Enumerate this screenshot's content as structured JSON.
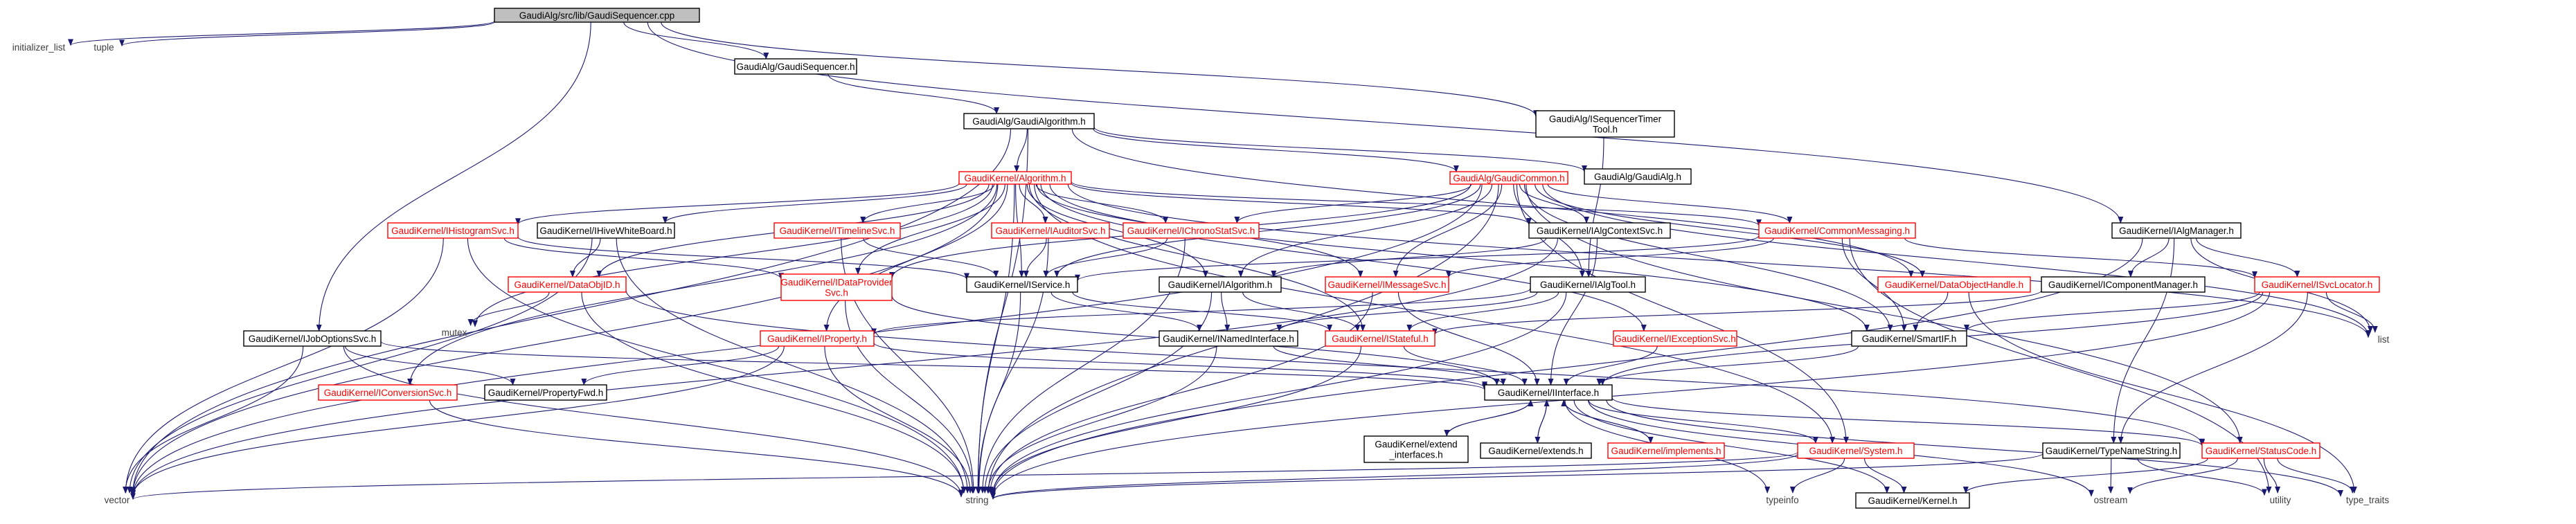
{
  "diagram": {
    "nodes": {
      "root": {
        "lines": [
          "GaudiAlg/src/lib/GaudiSequencer.cpp"
        ],
        "kind": "root"
      },
      "initializer_list": {
        "lines": [
          "initializer_list"
        ],
        "kind": "plain"
      },
      "tuple": {
        "lines": [
          "tuple"
        ],
        "kind": "plain"
      },
      "gaudisequencer_h": {
        "lines": [
          "GaudiAlg/GaudiSequencer.h"
        ],
        "kind": "normal"
      },
      "isequencertimertool": {
        "lines": [
          "GaudiAlg/ISequencerTimer",
          "Tool.h"
        ],
        "kind": "normal"
      },
      "gaudialgorithm_h": {
        "lines": [
          "GaudiAlg/GaudiAlgorithm.h"
        ],
        "kind": "normal"
      },
      "ialgorithm_red": {
        "lines": [
          "GaudiKernel/Algorithm.h"
        ],
        "kind": "red"
      },
      "gaudicommon": {
        "lines": [
          "GaudiAlg/GaudiCommon.h"
        ],
        "kind": "red"
      },
      "gaudialg_h": {
        "lines": [
          "GaudiAlg/GaudiAlg.h"
        ],
        "kind": "normal"
      },
      "ialgmanager": {
        "lines": [
          "GaudiKernel/IAlgManager.h"
        ],
        "kind": "normal"
      },
      "ihistogramsvc": {
        "lines": [
          "GaudiKernel/IHistogramSvc.h"
        ],
        "kind": "red"
      },
      "ihivewhiteboard": {
        "lines": [
          "GaudiKernel/IHiveWhiteBoard.h"
        ],
        "kind": "normal"
      },
      "itimelinesvc": {
        "lines": [
          "GaudiKernel/ITimelineSvc.h"
        ],
        "kind": "red"
      },
      "iauditorsvc": {
        "lines": [
          "GaudiKernel/IAuditorSvc.h"
        ],
        "kind": "red"
      },
      "ichronostatsvc": {
        "lines": [
          "GaudiKernel/IChronoStatSvc.h"
        ],
        "kind": "red"
      },
      "ialgcontextsvc": {
        "lines": [
          "GaudiKernel/IAlgContextSvc.h"
        ],
        "kind": "normal"
      },
      "commonmessaging": {
        "lines": [
          "GaudiKernel/CommonMessaging.h"
        ],
        "kind": "red"
      },
      "dataobjid": {
        "lines": [
          "GaudiKernel/DataObjID.h"
        ],
        "kind": "red"
      },
      "idataprovidersvc": {
        "lines": [
          "GaudiKernel/IDataProvider",
          "Svc.h"
        ],
        "kind": "red"
      },
      "iservice": {
        "lines": [
          "GaudiKernel/IService.h"
        ],
        "kind": "normal"
      },
      "ialgorithm": {
        "lines": [
          "GaudiKernel/IAlgorithm.h"
        ],
        "kind": "normal"
      },
      "imessagesvc": {
        "lines": [
          "GaudiKernel/IMessageSvc.h"
        ],
        "kind": "red"
      },
      "ialgtool": {
        "lines": [
          "GaudiKernel/IAlgTool.h"
        ],
        "kind": "normal"
      },
      "dataobjecthandle": {
        "lines": [
          "GaudiKernel/DataObjectHandle.h"
        ],
        "kind": "red"
      },
      "icomponentmanager": {
        "lines": [
          "GaudiKernel/IComponentManager.h"
        ],
        "kind": "normal"
      },
      "isvclocator": {
        "lines": [
          "GaudiKernel/ISvcLocator.h"
        ],
        "kind": "red"
      },
      "mutex": {
        "lines": [
          "mutex"
        ],
        "kind": "plain"
      },
      "ijoboptionssvc": {
        "lines": [
          "GaudiKernel/IJobOptionsSvc.h"
        ],
        "kind": "normal"
      },
      "iproperty": {
        "lines": [
          "GaudiKernel/IProperty.h"
        ],
        "kind": "red"
      },
      "inamedinterface": {
        "lines": [
          "GaudiKernel/INamedInterface.h"
        ],
        "kind": "normal"
      },
      "istateful": {
        "lines": [
          "GaudiKernel/IStateful.h"
        ],
        "kind": "red"
      },
      "iexceptionsvc": {
        "lines": [
          "GaudiKernel/IExceptionSvc.h"
        ],
        "kind": "red"
      },
      "smartif": {
        "lines": [
          "GaudiKernel/SmartIF.h"
        ],
        "kind": "normal"
      },
      "list": {
        "lines": [
          "list"
        ],
        "kind": "plain"
      },
      "iconversionsvc": {
        "lines": [
          "GaudiKernel/IConversionSvc.h"
        ],
        "kind": "red"
      },
      "propertyfwd": {
        "lines": [
          "GaudiKernel/PropertyFwd.h"
        ],
        "kind": "normal"
      },
      "iinterface": {
        "lines": [
          "GaudiKernel/IInterface.h"
        ],
        "kind": "normal"
      },
      "extend_interfaces": {
        "lines": [
          "GaudiKernel/extend",
          "_interfaces.h"
        ],
        "kind": "normal"
      },
      "extends": {
        "lines": [
          "GaudiKernel/extends.h"
        ],
        "kind": "normal"
      },
      "implements": {
        "lines": [
          "GaudiKernel/implements.h"
        ],
        "kind": "red"
      },
      "system": {
        "lines": [
          "GaudiKernel/System.h"
        ],
        "kind": "red"
      },
      "typenamestring": {
        "lines": [
          "GaudiKernel/TypeNameString.h"
        ],
        "kind": "normal"
      },
      "statuscode": {
        "lines": [
          "GaudiKernel/StatusCode.h"
        ],
        "kind": "red"
      },
      "vector": {
        "lines": [
          "vector"
        ],
        "kind": "plain"
      },
      "string": {
        "lines": [
          "string"
        ],
        "kind": "plain"
      },
      "typeinfo": {
        "lines": [
          "typeinfo"
        ],
        "kind": "plain"
      },
      "kernel": {
        "lines": [
          "GaudiKernel/Kernel.h"
        ],
        "kind": "normal"
      },
      "ostream": {
        "lines": [
          "ostream"
        ],
        "kind": "plain"
      },
      "utility": {
        "lines": [
          "utility"
        ],
        "kind": "plain"
      },
      "type_traits": {
        "lines": [
          "type_traits"
        ],
        "kind": "plain"
      }
    },
    "edges": [
      [
        "root",
        "initializer_list"
      ],
      [
        "root",
        "tuple"
      ],
      [
        "root",
        "gaudisequencer_h"
      ],
      [
        "root",
        "isequencertimertool"
      ],
      [
        "root",
        "ialgmanager"
      ],
      [
        "root",
        "ijoboptionssvc"
      ],
      [
        "gaudisequencer_h",
        "gaudialgorithm_h"
      ],
      [
        "gaudialgorithm_h",
        "ialgorithm_red"
      ],
      [
        "gaudialgorithm_h",
        "gaudicommon"
      ],
      [
        "gaudialgorithm_h",
        "gaudialg_h"
      ],
      [
        "gaudialgorithm_h",
        "vector"
      ],
      [
        "gaudialgorithm_h",
        "string"
      ],
      [
        "gaudialgorithm_h",
        "dataobjecthandle"
      ],
      [
        "isequencertimertool",
        "ialgtool"
      ],
      [
        "ialgorithm_red",
        "ihistogramsvc"
      ],
      [
        "ialgorithm_red",
        "ihivewhiteboard"
      ],
      [
        "ialgorithm_red",
        "itimelinesvc"
      ],
      [
        "ialgorithm_red",
        "iauditorsvc"
      ],
      [
        "ialgorithm_red",
        "ichronostatsvc"
      ],
      [
        "ialgorithm_red",
        "ialgcontextsvc"
      ],
      [
        "ialgorithm_red",
        "commonmessaging"
      ],
      [
        "ialgorithm_red",
        "idataprovidersvc"
      ],
      [
        "ialgorithm_red",
        "iservice"
      ],
      [
        "ialgorithm_red",
        "ialgorithm"
      ],
      [
        "ialgorithm_red",
        "imessagesvc"
      ],
      [
        "ialgorithm_red",
        "iproperty"
      ],
      [
        "ialgorithm_red",
        "istateful"
      ],
      [
        "ialgorithm_red",
        "iexceptionsvc"
      ],
      [
        "ialgorithm_red",
        "smartif"
      ],
      [
        "ialgorithm_red",
        "mutex"
      ],
      [
        "ialgorithm_red",
        "vector"
      ],
      [
        "ialgorithm_red",
        "string"
      ],
      [
        "ialgorithm_red",
        "system"
      ],
      [
        "ialgorithm_red",
        "iconversionsvc"
      ],
      [
        "ialgorithm_red",
        "dataobjid"
      ],
      [
        "ialgorithm_red",
        "list"
      ],
      [
        "gaudicommon",
        "ichronostatsvc"
      ],
      [
        "gaudicommon",
        "ialgcontextsvc"
      ],
      [
        "gaudicommon",
        "idataprovidersvc"
      ],
      [
        "gaudicommon",
        "imessagesvc"
      ],
      [
        "gaudicommon",
        "ialgorithm"
      ],
      [
        "gaudicommon",
        "ialgtool"
      ],
      [
        "gaudicommon",
        "dataobjecthandle"
      ],
      [
        "gaudicommon",
        "commonmessaging"
      ],
      [
        "gaudicommon",
        "statuscode"
      ],
      [
        "gaudicommon",
        "string"
      ],
      [
        "gaudicommon",
        "vector"
      ],
      [
        "gaudicommon",
        "list"
      ],
      [
        "gaudicommon",
        "system"
      ],
      [
        "gaudicommon",
        "smartif"
      ],
      [
        "gaudicommon",
        "iservice"
      ],
      [
        "ialgmanager",
        "icomponentmanager"
      ],
      [
        "ialgmanager",
        "isvclocator"
      ],
      [
        "ialgmanager",
        "list"
      ],
      [
        "ialgmanager",
        "string"
      ],
      [
        "ialgmanager",
        "typenamestring"
      ],
      [
        "ihistogramsvc",
        "iservice"
      ],
      [
        "ihistogramsvc",
        "vector"
      ],
      [
        "ihistogramsvc",
        "string"
      ],
      [
        "ihistogramsvc",
        "idataprovidersvc"
      ],
      [
        "ihivewhiteboard",
        "dataobjid"
      ],
      [
        "ihivewhiteboard",
        "string"
      ],
      [
        "ihivewhiteboard",
        "vector"
      ],
      [
        "itimelinesvc",
        "iservice"
      ],
      [
        "itimelinesvc",
        "string"
      ],
      [
        "iauditorsvc",
        "iservice"
      ],
      [
        "iauditorsvc",
        "string"
      ],
      [
        "ichronostatsvc",
        "iservice"
      ],
      [
        "ichronostatsvc",
        "string"
      ],
      [
        "ialgcontextsvc",
        "ialgorithm"
      ],
      [
        "ialgcontextsvc",
        "iinterface"
      ],
      [
        "ialgcontextsvc",
        "vector"
      ],
      [
        "commonmessaging",
        "imessagesvc"
      ],
      [
        "commonmessaging",
        "isvclocator"
      ],
      [
        "commonmessaging",
        "smartif"
      ],
      [
        "commonmessaging",
        "iservice"
      ],
      [
        "commonmessaging",
        "utility"
      ],
      [
        "dataobjid",
        "mutex"
      ],
      [
        "dataobjid",
        "string"
      ],
      [
        "dataobjid",
        "statuscode"
      ],
      [
        "idataprovidersvc",
        "iinterface"
      ],
      [
        "idataprovidersvc",
        "string"
      ],
      [
        "iservice",
        "inamedinterface"
      ],
      [
        "iservice",
        "istateful"
      ],
      [
        "iservice",
        "string"
      ],
      [
        "ialgorithm",
        "inamedinterface"
      ],
      [
        "ialgorithm",
        "istateful"
      ],
      [
        "ialgorithm",
        "string"
      ],
      [
        "imessagesvc",
        "iinterface"
      ],
      [
        "imessagesvc",
        "string"
      ],
      [
        "ialgtool",
        "inamedinterface"
      ],
      [
        "ialgtool",
        "istateful"
      ],
      [
        "ialgtool",
        "iproperty"
      ],
      [
        "ialgtool",
        "string"
      ],
      [
        "dataobjecthandle",
        "smartif"
      ],
      [
        "dataobjecthandle",
        "type_traits"
      ],
      [
        "icomponentmanager",
        "istateful"
      ],
      [
        "isvclocator",
        "smartif"
      ],
      [
        "isvclocator",
        "typenamestring"
      ],
      [
        "isvclocator",
        "list"
      ],
      [
        "isvclocator",
        "iinterface"
      ],
      [
        "isvclocator",
        "string"
      ],
      [
        "ijoboptionssvc",
        "propertyfwd"
      ],
      [
        "ijoboptionssvc",
        "iinterface"
      ],
      [
        "ijoboptionssvc",
        "string"
      ],
      [
        "ijoboptionssvc",
        "vector"
      ],
      [
        "iproperty",
        "propertyfwd"
      ],
      [
        "iproperty",
        "iinterface"
      ],
      [
        "iproperty",
        "string"
      ],
      [
        "iproperty",
        "vector"
      ],
      [
        "inamedinterface",
        "iinterface"
      ],
      [
        "inamedinterface",
        "string"
      ],
      [
        "istateful",
        "iinterface"
      ],
      [
        "istateful",
        "string"
      ],
      [
        "iexceptionsvc",
        "iinterface"
      ],
      [
        "smartif",
        "iinterface"
      ],
      [
        "iconversionsvc",
        "string"
      ],
      [
        "iinterface",
        "extend_interfaces"
      ],
      [
        "iinterface",
        "extends"
      ],
      [
        "iinterface",
        "implements"
      ],
      [
        "iinterface",
        "system"
      ],
      [
        "iinterface",
        "statuscode"
      ],
      [
        "iinterface",
        "typeinfo"
      ],
      [
        "iinterface",
        "kernel"
      ],
      [
        "iinterface",
        "ostream"
      ],
      [
        "iinterface",
        "type_traits"
      ],
      [
        "extend_interfaces",
        "iinterface"
      ],
      [
        "extends",
        "iinterface"
      ],
      [
        "implements",
        "iinterface"
      ],
      [
        "system",
        "kernel"
      ],
      [
        "system",
        "string"
      ],
      [
        "system",
        "vector"
      ],
      [
        "system",
        "typeinfo"
      ],
      [
        "typenamestring",
        "string"
      ],
      [
        "typenamestring",
        "ostream"
      ],
      [
        "typenamestring",
        "utility"
      ],
      [
        "statuscode",
        "kernel"
      ],
      [
        "statuscode",
        "ostream"
      ],
      [
        "statuscode",
        "utility"
      ],
      [
        "statuscode",
        "type_traits"
      ]
    ]
  }
}
